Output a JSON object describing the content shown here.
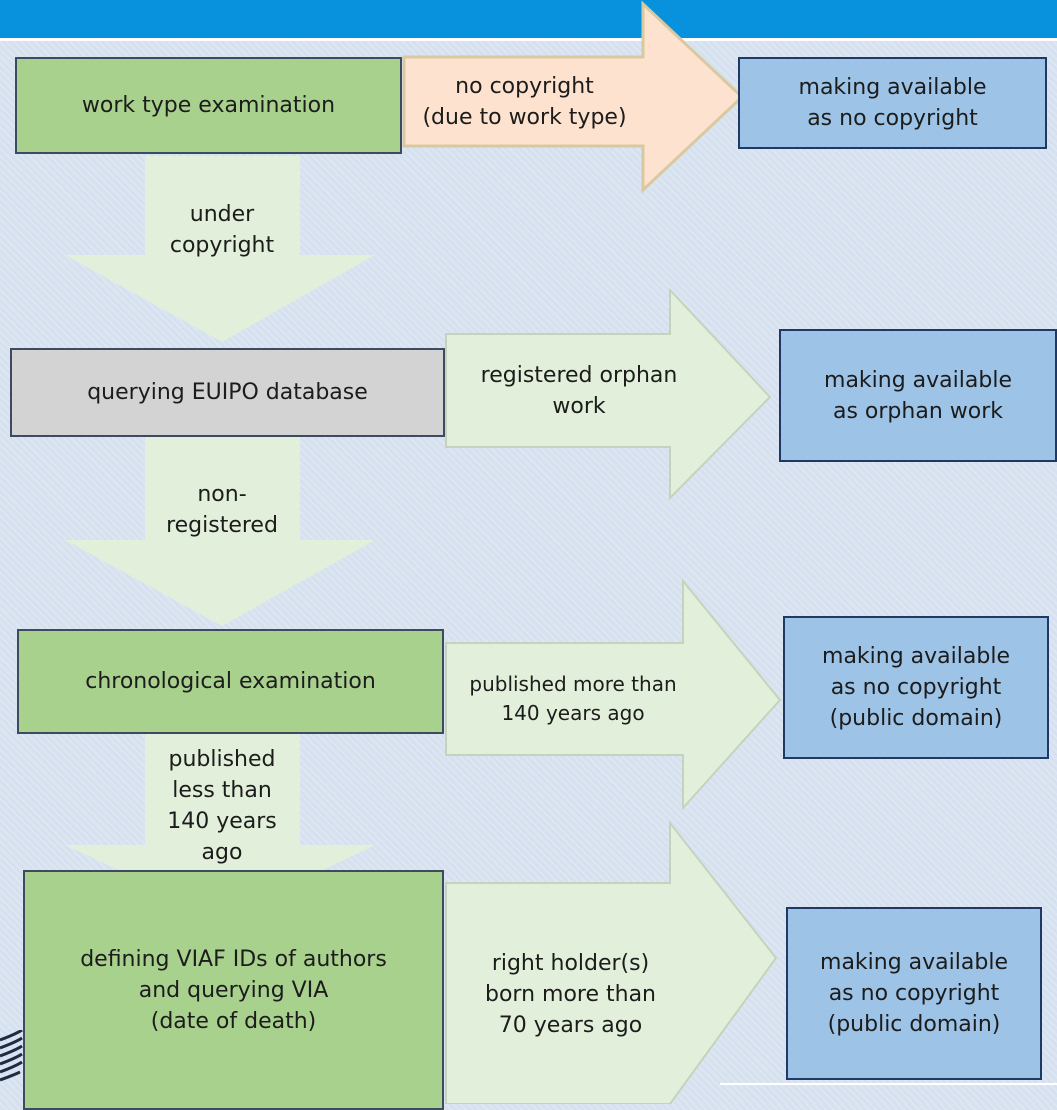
{
  "colors": {
    "header_bar": "#0891dd",
    "process_box": "#a9d18e",
    "database_box": "#d3d3d3",
    "outcome_box": "#9dc3e6",
    "right_arrow_no_copyright": "#fde3cf",
    "flow_arrow": "#e2efda"
  },
  "steps": [
    {
      "label": "work type examination"
    },
    {
      "label": "querying EUIPO database"
    },
    {
      "label": "chronological examination"
    },
    {
      "label": "defining VIAF IDs of authors\nand querying VIA\n(date of death)"
    }
  ],
  "branches": [
    {
      "label": "no copyright\n(due to work type)"
    },
    {
      "label": "registered orphan\nwork"
    },
    {
      "label": "published more than\n140 years ago"
    },
    {
      "label": "right holder(s)\nborn more than\n70 years ago"
    }
  ],
  "outcomes": [
    {
      "label": "making available\nas no copyright"
    },
    {
      "label": "making available\nas orphan work"
    },
    {
      "label": "making available\nas no copyright\n(public domain)"
    },
    {
      "label": "making available\nas no copyright\n(public domain)"
    }
  ],
  "transitions": [
    {
      "label": "under\ncopyright"
    },
    {
      "label": "non-\nregistered"
    },
    {
      "label": "published\nless than\n140 years\nago"
    }
  ]
}
